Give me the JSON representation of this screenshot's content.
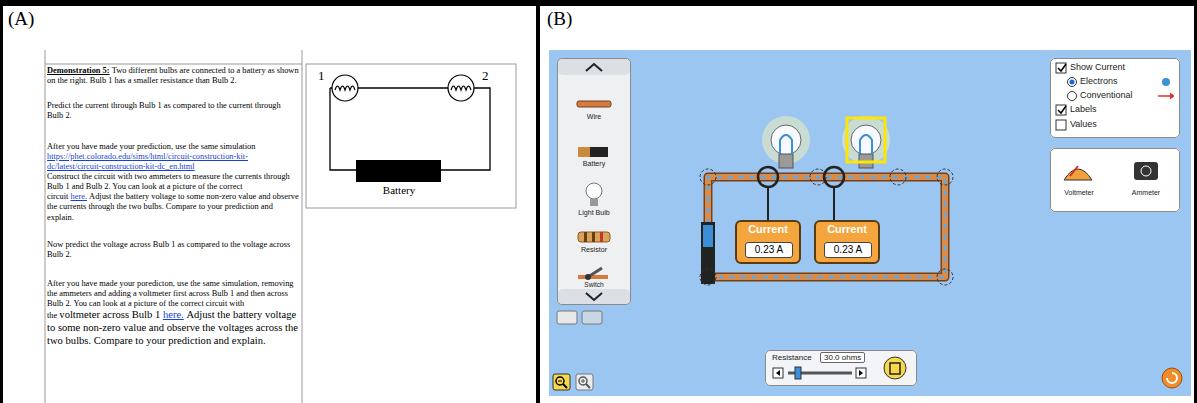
{
  "diagram": {
    "nodes": [
      {
        "text": [
          "(A)"
        ]
      },
      {
        "text": [
          "Battery"
        ],
        "in": 0
      },
      {
        "text": [
          "(B)"
        ]
      },
      {
        "text": [
          "Wire",
          "Battery",
          "Light Bulb",
          "Resistor",
          "Switch"
        ],
        "in": 2
      },
      {
        "text": [
          "Current",
          "0.23 A"
        ],
        "in": 2
      },
      {
        "text": [
          "Current",
          "0.23 A"
        ],
        "in": 2
      },
      {
        "text": [
          "Show Current",
          "Electrons",
          "Conventional",
          "Labels",
          "Values"
        ],
        "in": 2
      },
      {
        "text": [
          "Voltmeter",
          "Ammeter"
        ],
        "in": 2
      },
      {
        "text": [
          "Resistance",
          "30.0 ohms"
        ],
        "in": 2
      }
    ],
    "labels": [
      "Demonstration 5:",
      "Two different bulbs are connected to a battery as shown on the right. Bulb 1 has a smaller resistance than Bulb 2.",
      "Predict the current through Bulb 1 as compared to the current through Bulb 2.",
      "After you have made your prediction, use the same simulation",
      "https://phet.colorado.edu/sims/html/circuit-construction-kit-dc/latest/circuit-construction-kit-dc_en.html",
      "Construct the circuit with two ammeters to measure the currents through Bulb 1 and Bulb 2. You can look at a picture of the correct circuit",
      "here.",
      "Adjust the battery voltage to some non-zero value and observe the currents through the two bulbs. Compare to your prediction and explain.",
      "Now predict the voltage across Bulb 1 as compared to the voltage across Bulb 2.",
      "After you have made your poredicton, use the same simulation, removing the ammeters and adding a voltmeter first across Bulb 1 and then across Bulb 2. You can look at a picture of the correct circuit with the",
      "voltmeter across Bulb 1",
      "here.",
      "Adjust the battery voltage to some non-zero value and observe the voltages across the two bulbs. Compare to your prediction and explain.",
      "1",
      "2"
    ]
  }
}
